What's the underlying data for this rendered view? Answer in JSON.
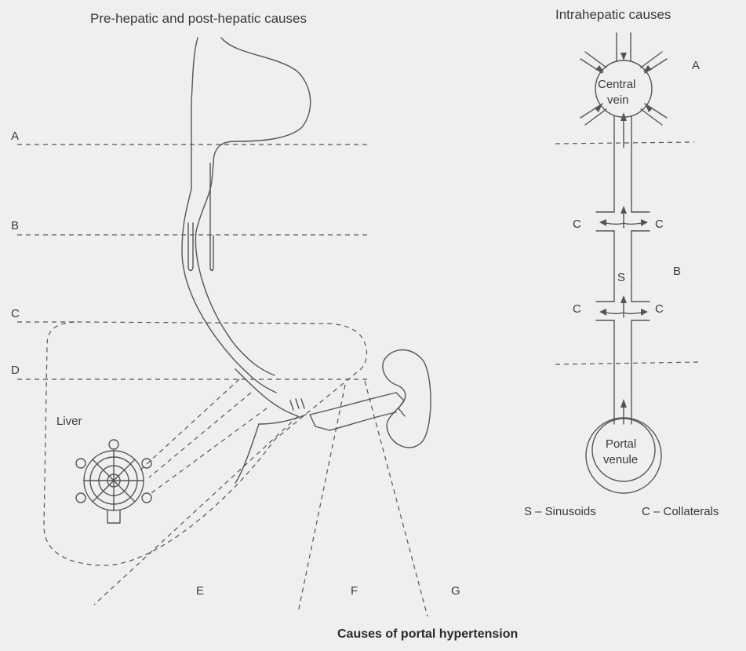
{
  "headings": {
    "left": "Pre-hepatic and post-hepatic causes",
    "right": "Intrahepatic causes"
  },
  "left_levels": [
    "A",
    "B",
    "C",
    "D"
  ],
  "left_regions": [
    "E",
    "F",
    "G"
  ],
  "organs": {
    "liver": "Liver"
  },
  "right_diagram": {
    "central_vein": [
      "Central",
      "vein"
    ],
    "portal_venule": [
      "Portal",
      "venule"
    ],
    "sinusoid_label": "S",
    "collateral_label": "C",
    "levels": [
      "A",
      "B"
    ]
  },
  "legend": {
    "sinusoids": "S – Sinusoids",
    "collaterals": "C – Collaterals"
  },
  "caption": "Causes of portal hypertension",
  "colors": {
    "background": "#efefef",
    "line": "#555555",
    "text": "#3a3a3a"
  }
}
